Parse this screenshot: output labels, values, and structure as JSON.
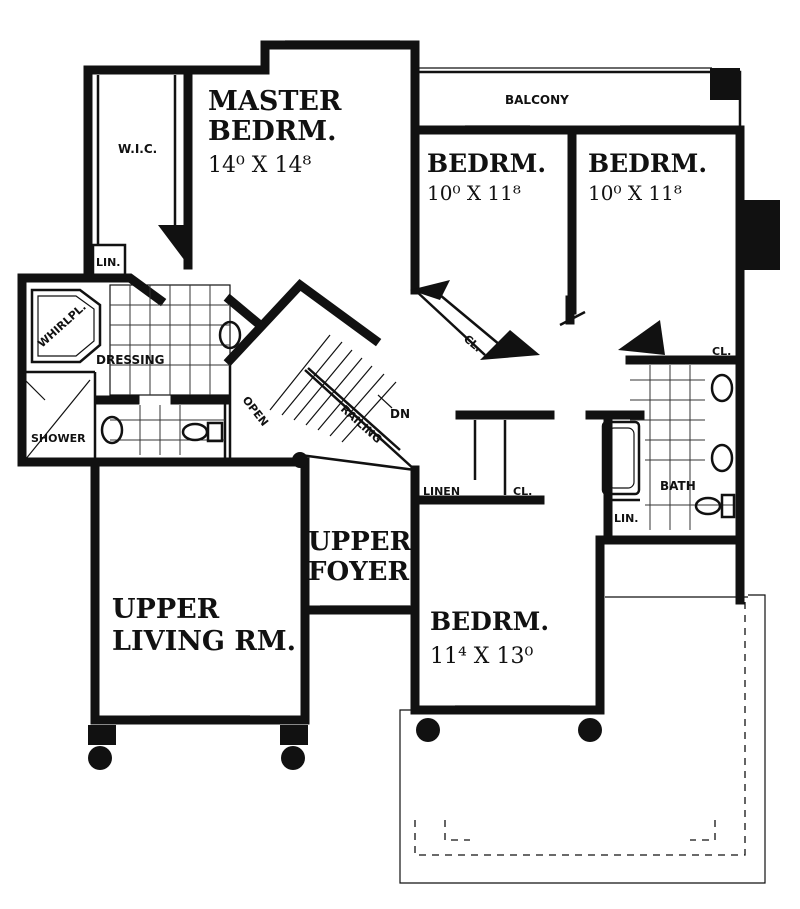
{
  "rooms": {
    "master_name_1": "MASTER",
    "master_name_2": "BEDRM.",
    "master_dim": "14⁰ X 14⁸",
    "bed2_name": "BEDRM.",
    "bed2_dim": "10⁰ X 11⁸",
    "bed3_name": "BEDRM.",
    "bed3_dim": "10⁰ X 11⁸",
    "bed4_name": "BEDRM.",
    "bed4_dim": "11⁴ X 13⁰",
    "living_name_1": "UPPER",
    "living_name_2": "LIVING RM.",
    "foyer_name_1": "UPPER",
    "foyer_name_2": "FOYER"
  },
  "labels": {
    "balcony": "BALCONY",
    "wic": "W.I.C.",
    "lin_master": "LIN.",
    "whirlpool": "WHIRLPL.",
    "dressing": "DRESSING",
    "shower": "SHOWER",
    "open": "OPEN",
    "railing": "RAILING",
    "dn": "DN",
    "linen": "LINEN",
    "cl_hall": "CL.",
    "cl_bed2": "CL.",
    "cl_bed3": "CL.",
    "bath": "BATH",
    "lin_bath": "LIN."
  }
}
